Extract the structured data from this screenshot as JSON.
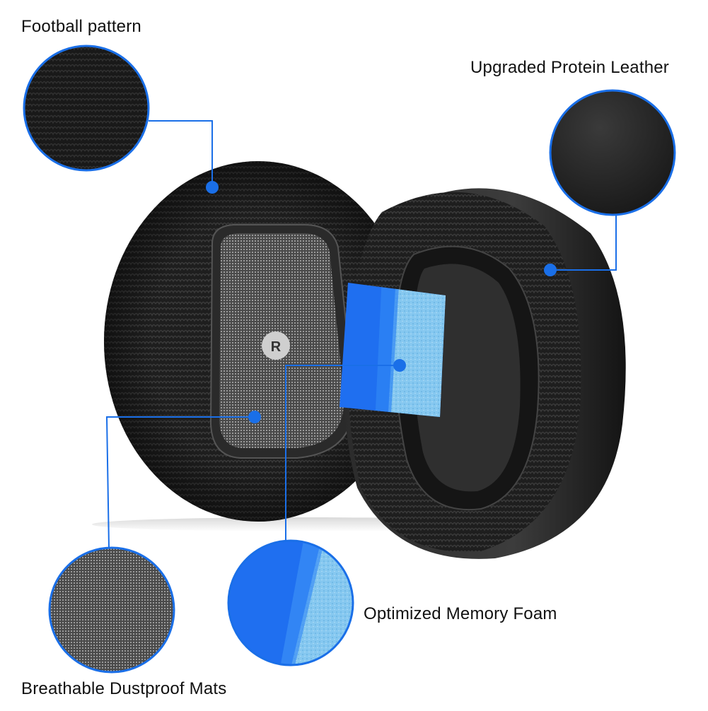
{
  "labels": {
    "football_pattern": "Football pattern",
    "protein_leather": "Upgraded Protein Leather",
    "memory_foam": "Optimized Memory Foam",
    "dustproof_mats": "Breathable Dustproof Mats"
  },
  "badge": {
    "side_letter": "R"
  },
  "colors": {
    "accent_blue": "#1a6fe8",
    "foam_dark_blue": "#1e6ff0",
    "foam_light_blue": "#7cc4ef",
    "cushion_black": "#1f1f1f",
    "mesh_gray": "#6b6b6b",
    "badge_gray": "#cfcfcf"
  }
}
